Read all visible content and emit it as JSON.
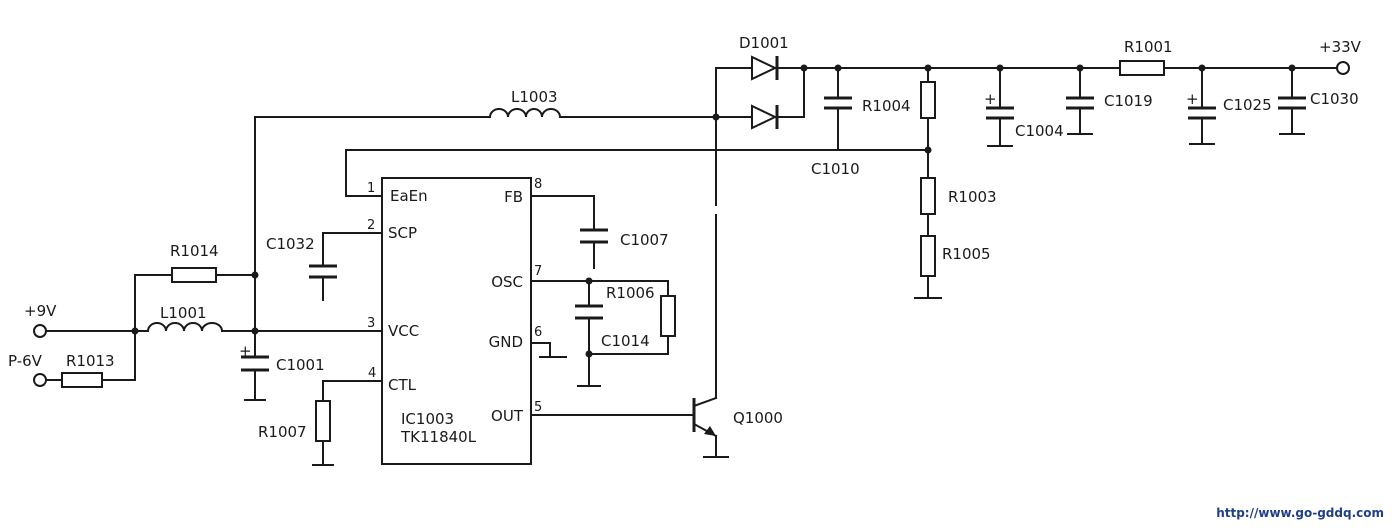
{
  "labels": {
    "v9": "+9V",
    "p6v": "P-6V",
    "r1013": "R1013",
    "r1014": "R1014",
    "l1001": "L1001",
    "c1001": "C1001",
    "c1032": "C1032",
    "r1007": "R1007",
    "l1003": "L1003",
    "d1001": "D1001",
    "c1010": "C1010",
    "r1004": "R1004",
    "r1003": "R1003",
    "r1005": "R1005",
    "c1004": "C1004",
    "c1019": "C1019",
    "r1001": "R1001",
    "c1025": "C1025",
    "c1030": "C1030",
    "v33": "+33V",
    "c1007": "C1007",
    "r1006": "R1006",
    "c1014": "C1014",
    "q1000": "Q1000"
  },
  "ic": {
    "name": "IC1003",
    "part": "TK11840L",
    "pins": [
      {
        "num": "1",
        "name": "EaEn"
      },
      {
        "num": "2",
        "name": "SCP"
      },
      {
        "num": "3",
        "name": "VCC"
      },
      {
        "num": "4",
        "name": "CTL"
      },
      {
        "num": "5",
        "name": "OUT"
      },
      {
        "num": "6",
        "name": "GND"
      },
      {
        "num": "7",
        "name": "OSC"
      },
      {
        "num": "8",
        "name": "FB"
      }
    ]
  },
  "polarity": "+",
  "watermark": "http://www.go-gddq.com"
}
